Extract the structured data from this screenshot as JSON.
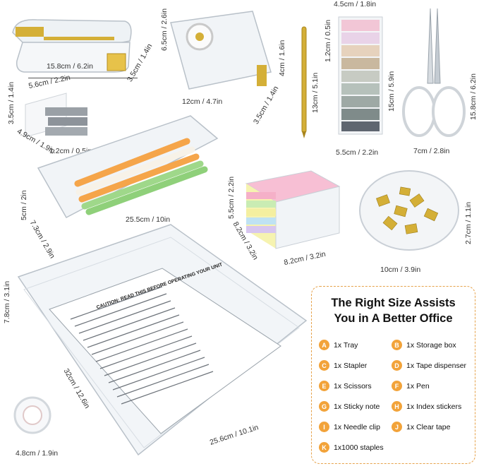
{
  "dimensions": {
    "stapler_length": "15.8cm / 6.2in",
    "stapler_height": "6.5cm / 2.6in",
    "stapler_width": "3.5cm / 1.4in",
    "tape_length": "12cm / 4.7in",
    "tape_height": "4cm / 1.6in",
    "tape_width": "3.5cm / 1.4in",
    "pen_length": "13cm / 5.1in",
    "stickers_width": "4.5cm / 1.8in",
    "stickers_strip": "1.2cm / 0.5in",
    "stickers_height": "15cm / 5.9in",
    "stickers_bottom": "5.5cm / 2.2in",
    "scissors_height": "15.8cm / 6.2in",
    "scissors_width": "7cm / 2.8in",
    "staples_length": "5.6cm / 2.2in",
    "staples_height": "3.5cm / 1.4in",
    "staples_depth": "4.9cm / 1.9in",
    "staples_width": "1.2cm / 0.5in",
    "box_length": "25.5cm / 10in",
    "box_height": "5cm / 2in",
    "box_width": "7.3cm / 2.9in",
    "note_height": "5.5cm / 2.2in",
    "note_depth": "8.2cm / 3.2in",
    "note_width": "8.2cm / 3.2in",
    "clip_height": "2.7cm / 1.1in",
    "clip_diameter": "10cm / 3.9in",
    "tray_height": "7.8cm / 3.1in",
    "tray_depth": "32cm / 12.6in",
    "tray_width": "25.6cm / 10.1in",
    "cleartape_diameter": "4.8cm / 1.9in"
  },
  "legend": {
    "title_line1": "The Right Size Assists",
    "title_line2": "You in A Better Office",
    "items": [
      {
        "letter": "A",
        "label": "1x Tray"
      },
      {
        "letter": "B",
        "label": "1x Storage box"
      },
      {
        "letter": "C",
        "label": "1x Stapler"
      },
      {
        "letter": "D",
        "label": "1x Tape dispenser"
      },
      {
        "letter": "E",
        "label": "1x Scissors"
      },
      {
        "letter": "F",
        "label": "1x Pen"
      },
      {
        "letter": "G",
        "label": "1x Sticky note"
      },
      {
        "letter": "H",
        "label": "1x Index stickers"
      },
      {
        "letter": "I",
        "label": "1x Needle clip"
      },
      {
        "letter": "J",
        "label": "1x Clear tape"
      },
      {
        "letter": "K",
        "label": "1x1000 staples"
      }
    ]
  },
  "document_heading": "CAUTION: READ THIS BEFORE OPERATING YOUR UNIT",
  "colors": {
    "badge": "#f2a33a",
    "legend_border": "#e6a24a",
    "gold": "#d4af37"
  }
}
